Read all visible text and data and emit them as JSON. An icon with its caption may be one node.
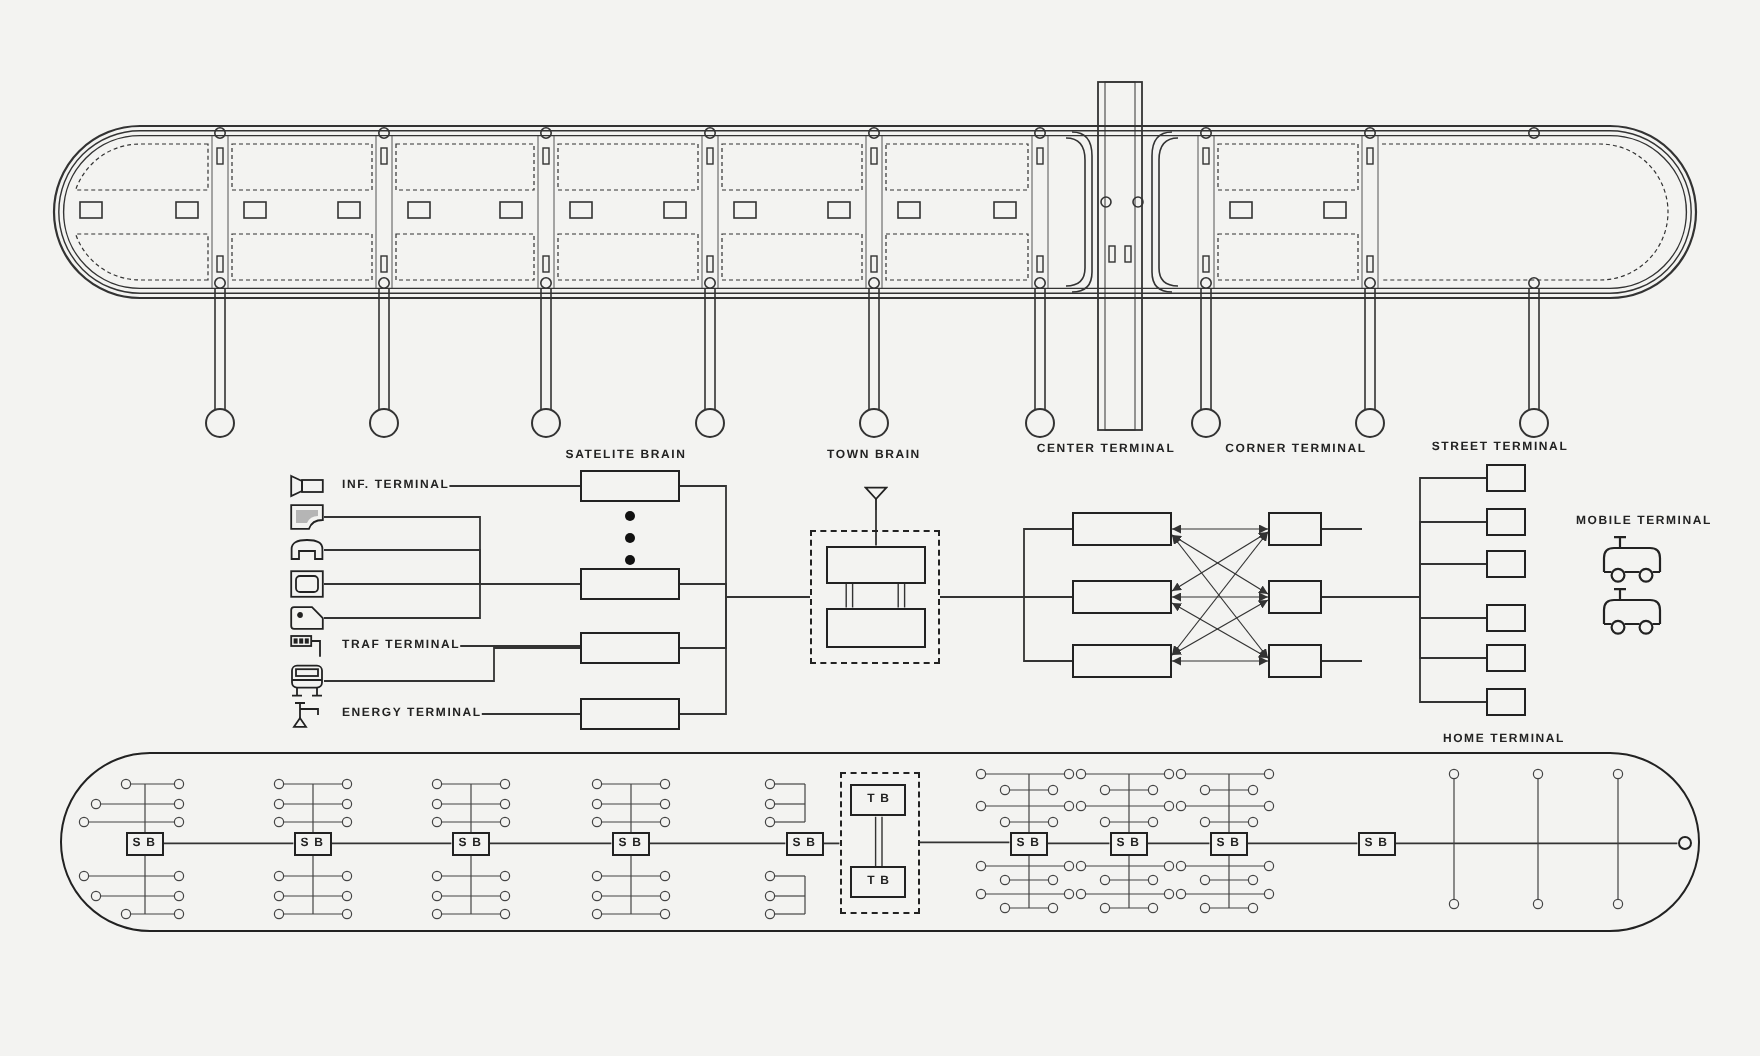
{
  "diagram": {
    "nodes": [
      {
        "text": [],
        "shape": "picture",
        "beside": [
          "INF. TERMINAL"
        ]
      },
      {
        "text": [],
        "shape": "picture"
      },
      {
        "text": [],
        "shape": "picture"
      },
      {
        "text": [],
        "shape": "picture"
      },
      {
        "text": [],
        "shape": "picture"
      },
      {
        "text": [],
        "shape": "picture",
        "beside": [
          "TRAF TERMINAL"
        ]
      },
      {
        "text": [],
        "shape": "picture"
      },
      {
        "text": [],
        "shape": "picture",
        "beside": [
          "ENERGY TERMINAL"
        ]
      },
      {
        "text": [],
        "shape": "box"
      },
      {
        "text": [],
        "shape": "box"
      },
      {
        "text": [],
        "shape": "box"
      },
      {
        "text": [],
        "shape": "box"
      },
      {
        "text": [],
        "shape": "picture"
      },
      {
        "text": [],
        "shape": "box"
      },
      {
        "text": [],
        "shape": "box",
        "in": 13
      },
      {
        "text": [],
        "shape": "box",
        "in": 13
      },
      {
        "text": [],
        "shape": "box"
      },
      {
        "text": [],
        "shape": "box"
      },
      {
        "text": [],
        "shape": "box"
      },
      {
        "text": [],
        "shape": "box"
      },
      {
        "text": [],
        "shape": "box"
      },
      {
        "text": [],
        "shape": "box"
      },
      {
        "text": [],
        "shape": "box"
      },
      {
        "text": [],
        "shape": "box"
      },
      {
        "text": [],
        "shape": "box"
      },
      {
        "text": [],
        "shape": "box"
      },
      {
        "text": [],
        "shape": "box"
      },
      {
        "text": [],
        "shape": "box"
      },
      {
        "text": [],
        "shape": "box"
      },
      {
        "text": [
          "S B"
        ],
        "in": 28
      },
      {
        "text": [
          "S B"
        ],
        "in": 28
      },
      {
        "text": [
          "S B"
        ],
        "in": 28
      },
      {
        "text": [
          "S B"
        ],
        "in": 28
      },
      {
        "text": [
          "S B"
        ],
        "in": 28
      },
      {
        "text": [],
        "shape": "box",
        "in": 28
      },
      {
        "text": [
          "T B"
        ],
        "in": 34
      },
      {
        "text": [
          "T B"
        ],
        "in": 34
      },
      {
        "text": [
          "S B"
        ],
        "in": 28
      },
      {
        "text": [
          "S B"
        ],
        "in": 28
      },
      {
        "text": [
          "S B"
        ],
        "in": 28
      },
      {
        "text": [
          "S B"
        ],
        "in": 28
      },
      {
        "text": [],
        "shape": "circle",
        "in": 28
      }
    ],
    "edges": [
      {
        "from": 0,
        "to": 8,
        "arrow": "none"
      },
      {
        "from": 1,
        "to": 9,
        "arrow": "none"
      },
      {
        "from": 2,
        "to": 9,
        "arrow": "none"
      },
      {
        "from": 3,
        "to": 9,
        "arrow": "none"
      },
      {
        "from": 4,
        "to": 9,
        "arrow": "none"
      },
      {
        "from": 5,
        "to": 10,
        "arrow": "none"
      },
      {
        "from": 6,
        "to": 10,
        "arrow": "none"
      },
      {
        "from": 7,
        "to": 11,
        "arrow": "none"
      },
      {
        "from": 8,
        "to": 13,
        "arrow": "none"
      },
      {
        "from": 9,
        "to": 13,
        "arrow": "none"
      },
      {
        "from": 10,
        "to": 13,
        "arrow": "none"
      },
      {
        "from": 11,
        "to": 13,
        "arrow": "none"
      },
      {
        "from": 12,
        "to": 14,
        "arrow": "none"
      },
      {
        "from": 14,
        "to": 15,
        "arrow": "none"
      },
      {
        "from": 14,
        "to": 15,
        "arrow": "none"
      },
      {
        "from": 13,
        "to": 16,
        "arrow": "none"
      },
      {
        "from": 13,
        "to": 17,
        "arrow": "none"
      },
      {
        "from": 13,
        "to": 18,
        "arrow": "none"
      },
      {
        "from": 16,
        "to": 19,
        "arrow": "both"
      },
      {
        "from": 16,
        "to": 20,
        "arrow": "both"
      },
      {
        "from": 16,
        "to": 21,
        "arrow": "both"
      },
      {
        "from": 17,
        "to": 19,
        "arrow": "both"
      },
      {
        "from": 17,
        "to": 20,
        "arrow": "both"
      },
      {
        "from": 17,
        "to": 21,
        "arrow": "both"
      },
      {
        "from": 18,
        "to": 19,
        "arrow": "both"
      },
      {
        "from": 18,
        "to": 20,
        "arrow": "both"
      },
      {
        "from": 18,
        "to": 21,
        "arrow": "both"
      },
      {
        "from": 19,
        "to": null,
        "arrow": "none"
      },
      {
        "from": 20,
        "to": 22,
        "arrow": "none"
      },
      {
        "from": 20,
        "to": 23,
        "arrow": "none"
      },
      {
        "from": 20,
        "to": 24,
        "arrow": "none"
      },
      {
        "from": 20,
        "to": 25,
        "arrow": "none"
      },
      {
        "from": 20,
        "to": 26,
        "arrow": "none"
      },
      {
        "from": 20,
        "to": 27,
        "arrow": "none"
      },
      {
        "from": 21,
        "to": null,
        "arrow": "none"
      },
      {
        "from": 29,
        "to": 30,
        "arrow": "none"
      },
      {
        "from": 30,
        "to": 31,
        "arrow": "none"
      },
      {
        "from": 31,
        "to": 32,
        "arrow": "none"
      },
      {
        "from": 32,
        "to": 33,
        "arrow": "none"
      },
      {
        "from": 33,
        "to": 34,
        "arrow": "none"
      },
      {
        "from": 34,
        "to": 37,
        "arrow": "none"
      },
      {
        "from": 37,
        "to": 38,
        "arrow": "none"
      },
      {
        "from": 38,
        "to": 39,
        "arrow": "none"
      },
      {
        "from": 39,
        "to": 40,
        "arrow": "none"
      },
      {
        "from": 40,
        "to": 41,
        "arrow": "none"
      },
      {
        "from": 35,
        "to": 36,
        "arrow": "none"
      }
    ],
    "labels": [
      "SATELITE BRAIN",
      "TOWN BRAIN",
      "CENTER TERMINAL",
      "CORNER TERMINAL",
      "STREET TERMINAL",
      "MOBILE TERMINAL",
      "HOME TERMINAL"
    ]
  }
}
